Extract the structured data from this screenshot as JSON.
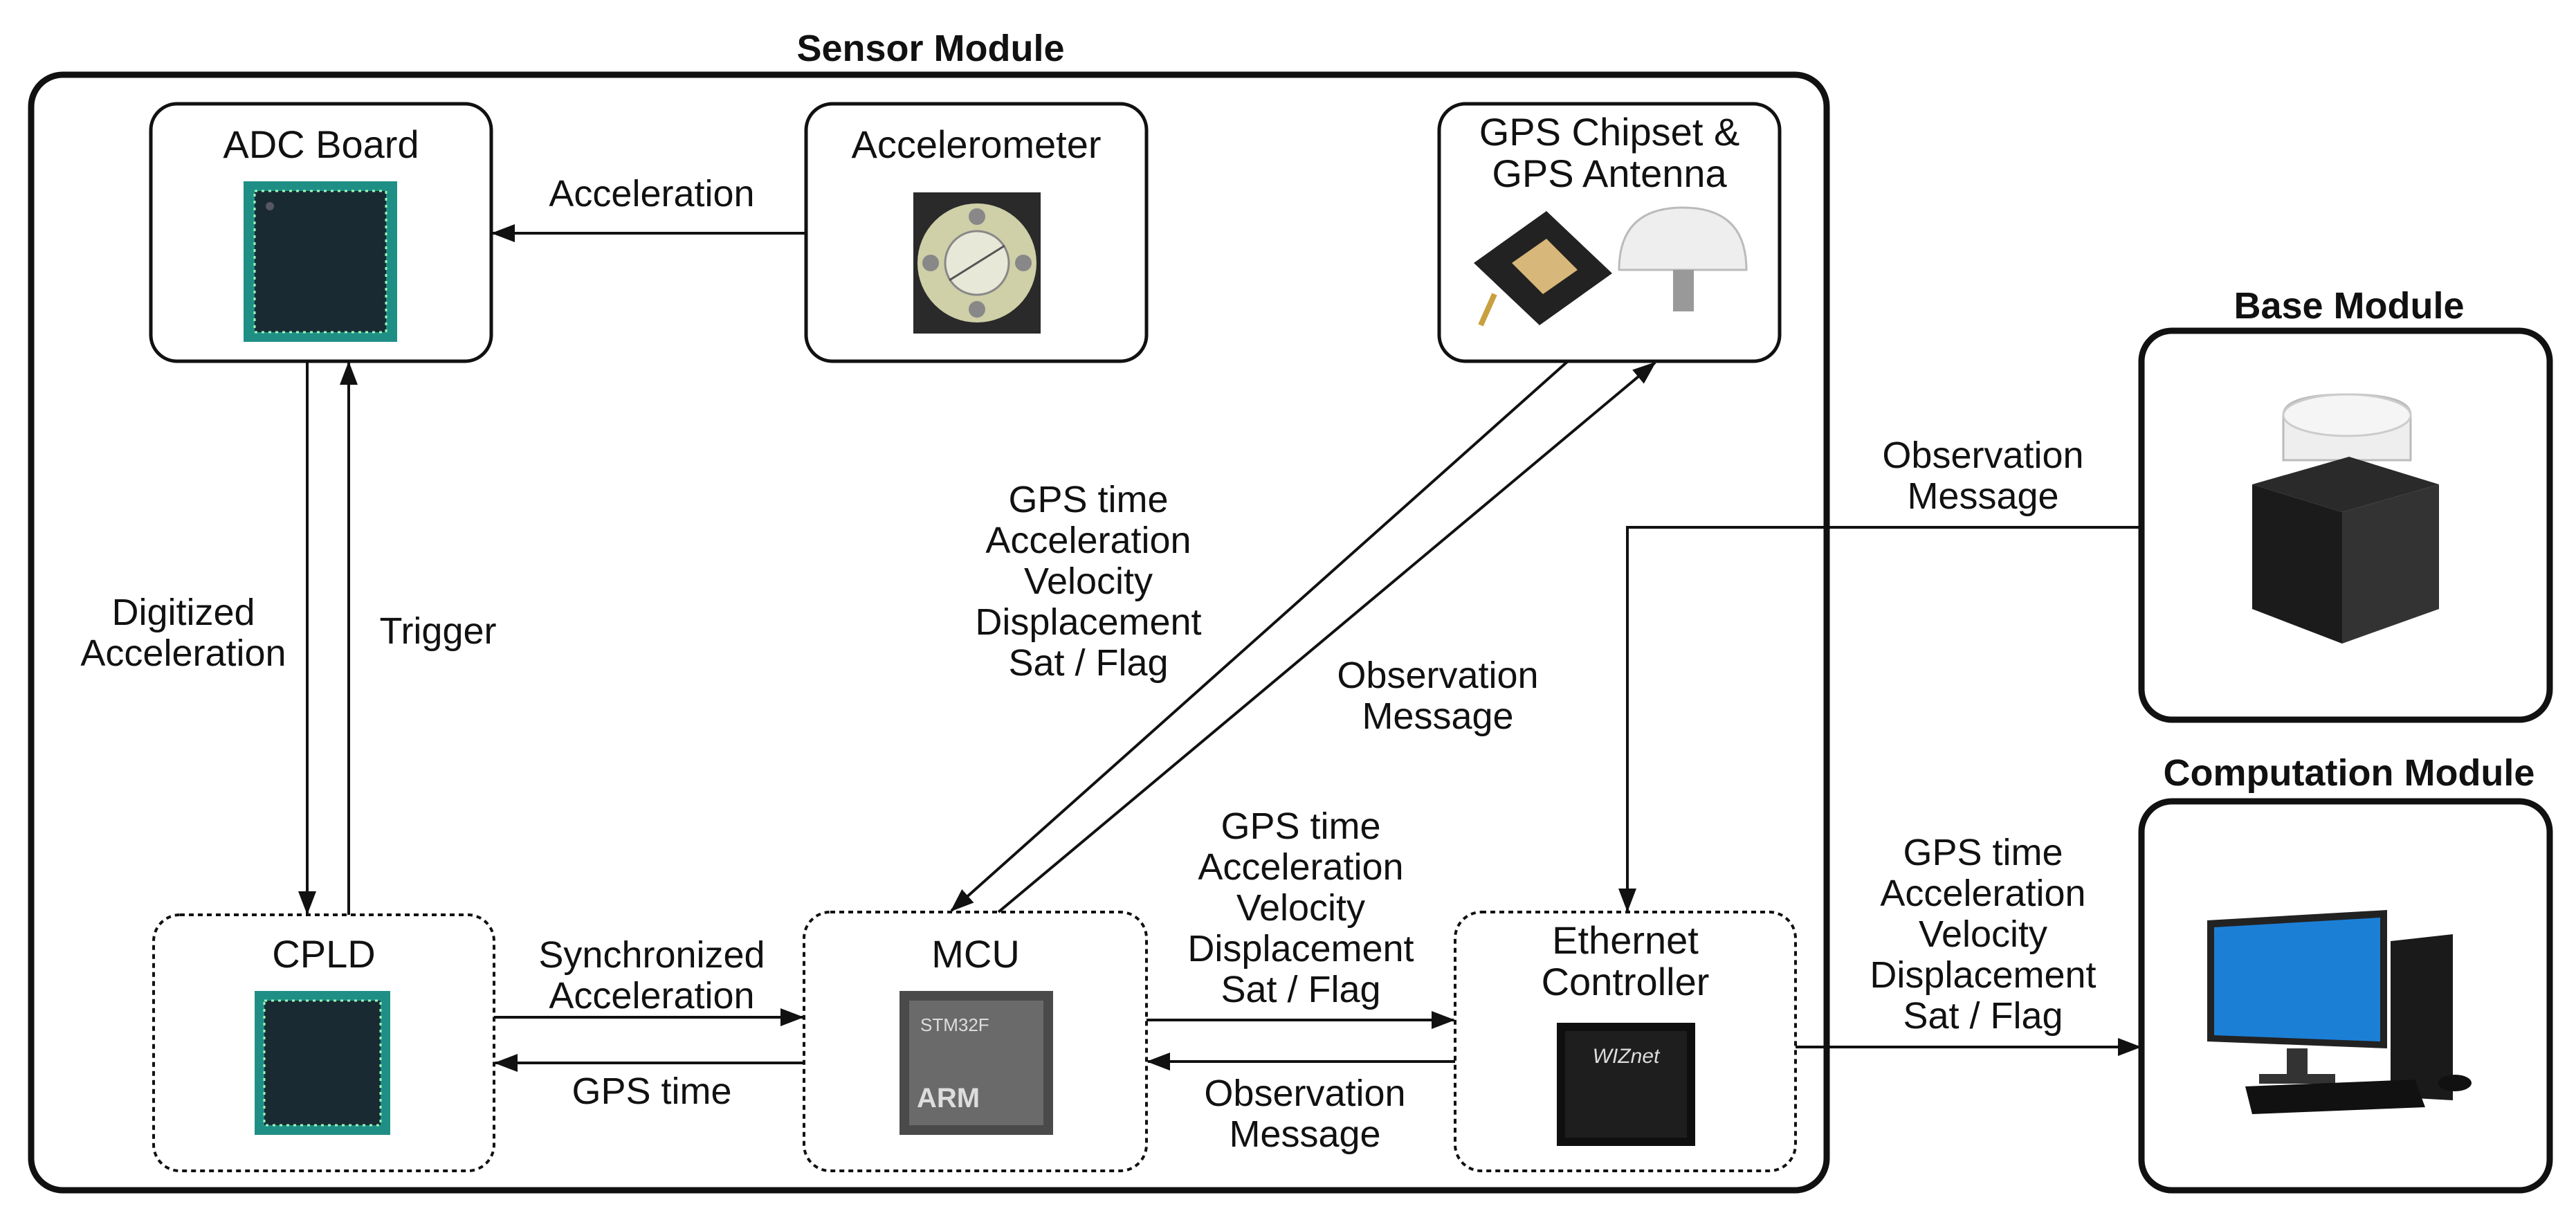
{
  "colors": {
    "line": "#111111",
    "chip_body": "#1a2a33",
    "chip_board": "#1f8f86",
    "monitor_screen": "#1c7fd6",
    "gps_white": "#eeeeee",
    "base_body": "#1b1b1b"
  },
  "modules": {
    "sensor": {
      "title": "Sensor Module"
    },
    "base": {
      "title": "Base Module",
      "icon": "base-station-icon"
    },
    "computation": {
      "title": "Computation Module",
      "icon": "desktop-computer-icon"
    }
  },
  "components": {
    "adc": {
      "label": "ADC Board",
      "icon": "chip-board-icon"
    },
    "accelerometer": {
      "label": "Accelerometer",
      "icon": "accelerometer-icon"
    },
    "gps": {
      "label_line1": "GPS Chipset &",
      "label_line2": "GPS Antenna",
      "icon": "gps-antenna-icon"
    },
    "cpld": {
      "label": "CPLD",
      "icon": "chip-board-icon"
    },
    "mcu": {
      "label": "MCU",
      "icon": "arm-chip-icon",
      "chip_text_top": "STM32F",
      "chip_text_arm": "ARM"
    },
    "ethernet": {
      "label_line1": "Ethernet",
      "label_line2": "Controller",
      "icon": "ethernet-chip-icon",
      "chip_text": "WIZnet"
    }
  },
  "edges": {
    "acceleration": "Acceleration",
    "digitized": [
      "Digitized",
      "Acceleration"
    ],
    "trigger": "Trigger",
    "mcu_to_gps": [
      "GPS time",
      "Acceleration",
      "Velocity",
      "Displacement",
      "Sat / Flag"
    ],
    "gps_to_mcu": [
      "Observation",
      "Message"
    ],
    "synchronized": [
      "Synchronized",
      "Acceleration"
    ],
    "gps_time": "GPS time",
    "mcu_to_eth": [
      "GPS time",
      "Acceleration",
      "Velocity",
      "Displacement",
      "Sat / Flag"
    ],
    "eth_to_mcu": [
      "Observation",
      "Message"
    ],
    "base_to_eth": [
      "Observation",
      "Message"
    ],
    "eth_to_comp": [
      "GPS time",
      "Acceleration",
      "Velocity",
      "Displacement",
      "Sat / Flag"
    ]
  }
}
